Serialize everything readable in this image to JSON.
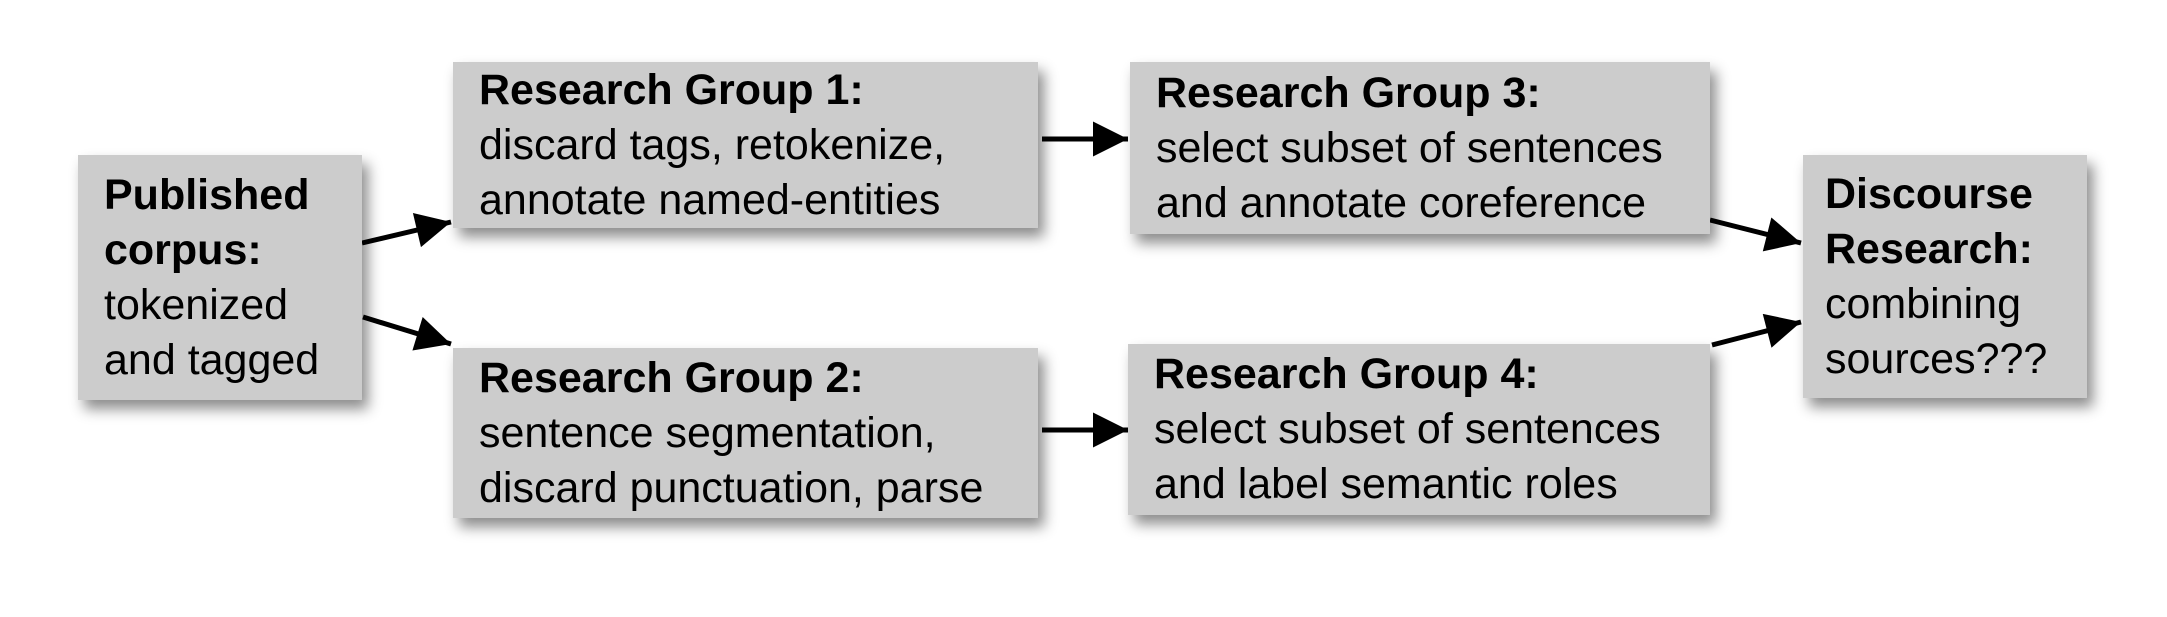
{
  "diagram": {
    "background_color": "#ffffff",
    "box_fill_color": "#cccccc",
    "text_color": "#000000",
    "arrow_color": "#000000",
    "nodes": {
      "published_corpus": {
        "title": "Published\ncorpus:",
        "body": "tokenized\nand tagged"
      },
      "research_group_1": {
        "title": "Research Group 1:",
        "body": "discard tags, retokenize,\nannotate named-entities"
      },
      "research_group_2": {
        "title": "Research Group 2:",
        "body": "sentence segmentation,\ndiscard punctuation, parse"
      },
      "research_group_3": {
        "title": "Research Group 3:",
        "body": "select subset of sentences\nand annotate coreference"
      },
      "research_group_4": {
        "title": "Research Group 4:",
        "body": "select subset of sentences\nand label semantic roles"
      },
      "discourse_research": {
        "title": "Discourse\nResearch:",
        "body": "combining\nsources???"
      }
    },
    "edges": [
      {
        "from": "published_corpus",
        "to": "research_group_1"
      },
      {
        "from": "published_corpus",
        "to": "research_group_2"
      },
      {
        "from": "research_group_1",
        "to": "research_group_3"
      },
      {
        "from": "research_group_2",
        "to": "research_group_4"
      },
      {
        "from": "research_group_3",
        "to": "discourse_research"
      },
      {
        "from": "research_group_4",
        "to": "discourse_research"
      }
    ]
  }
}
